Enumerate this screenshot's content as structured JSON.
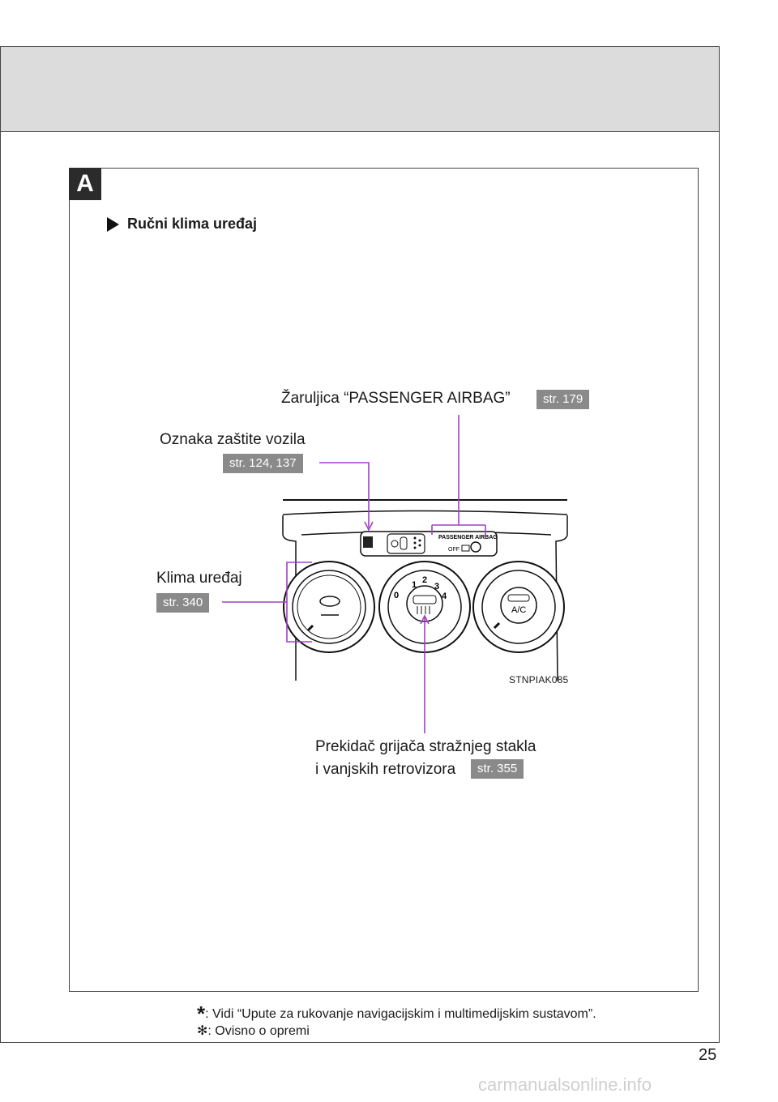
{
  "section": {
    "letter": "A",
    "heading": "Ručni klima uređaj"
  },
  "callouts": {
    "airbag_lamp": {
      "label": "Žaruljica “PASSENGER AIRBAG”",
      "ref": "str. 179"
    },
    "vehicle_protection": {
      "label": "Oznaka zaštite vozila",
      "ref": "str. 124, 137"
    },
    "air_conditioner": {
      "label": "Klima uređaj",
      "ref": "str. 340"
    },
    "rear_defogger": {
      "label_line1": "Prekidač grijača stražnjeg stakla",
      "label_line2": "i vanjskih retrovizora",
      "ref": "str. 355"
    }
  },
  "panel": {
    "airbag_text": "PASSENGER  AIRBAG",
    "off_text": "OFF",
    "ac_text": "A/C",
    "fan_speeds": [
      "0",
      "1",
      "2",
      "3",
      "4"
    ]
  },
  "figure_code": "STNPIAK085",
  "footnotes": [
    {
      "mark": "*",
      "text": ": Vidi “Upute za rukovanje navigacijskim i multimedijskim sustavom”."
    },
    {
      "mark": "✻",
      "text": ": Ovisno o opremi"
    }
  ],
  "page_number": "25",
  "watermark": "carmanualsonline.info",
  "colors": {
    "leader": "#a040c8",
    "ref_bg": "#8a8a8a",
    "header_bg": "#dcdcdc"
  }
}
